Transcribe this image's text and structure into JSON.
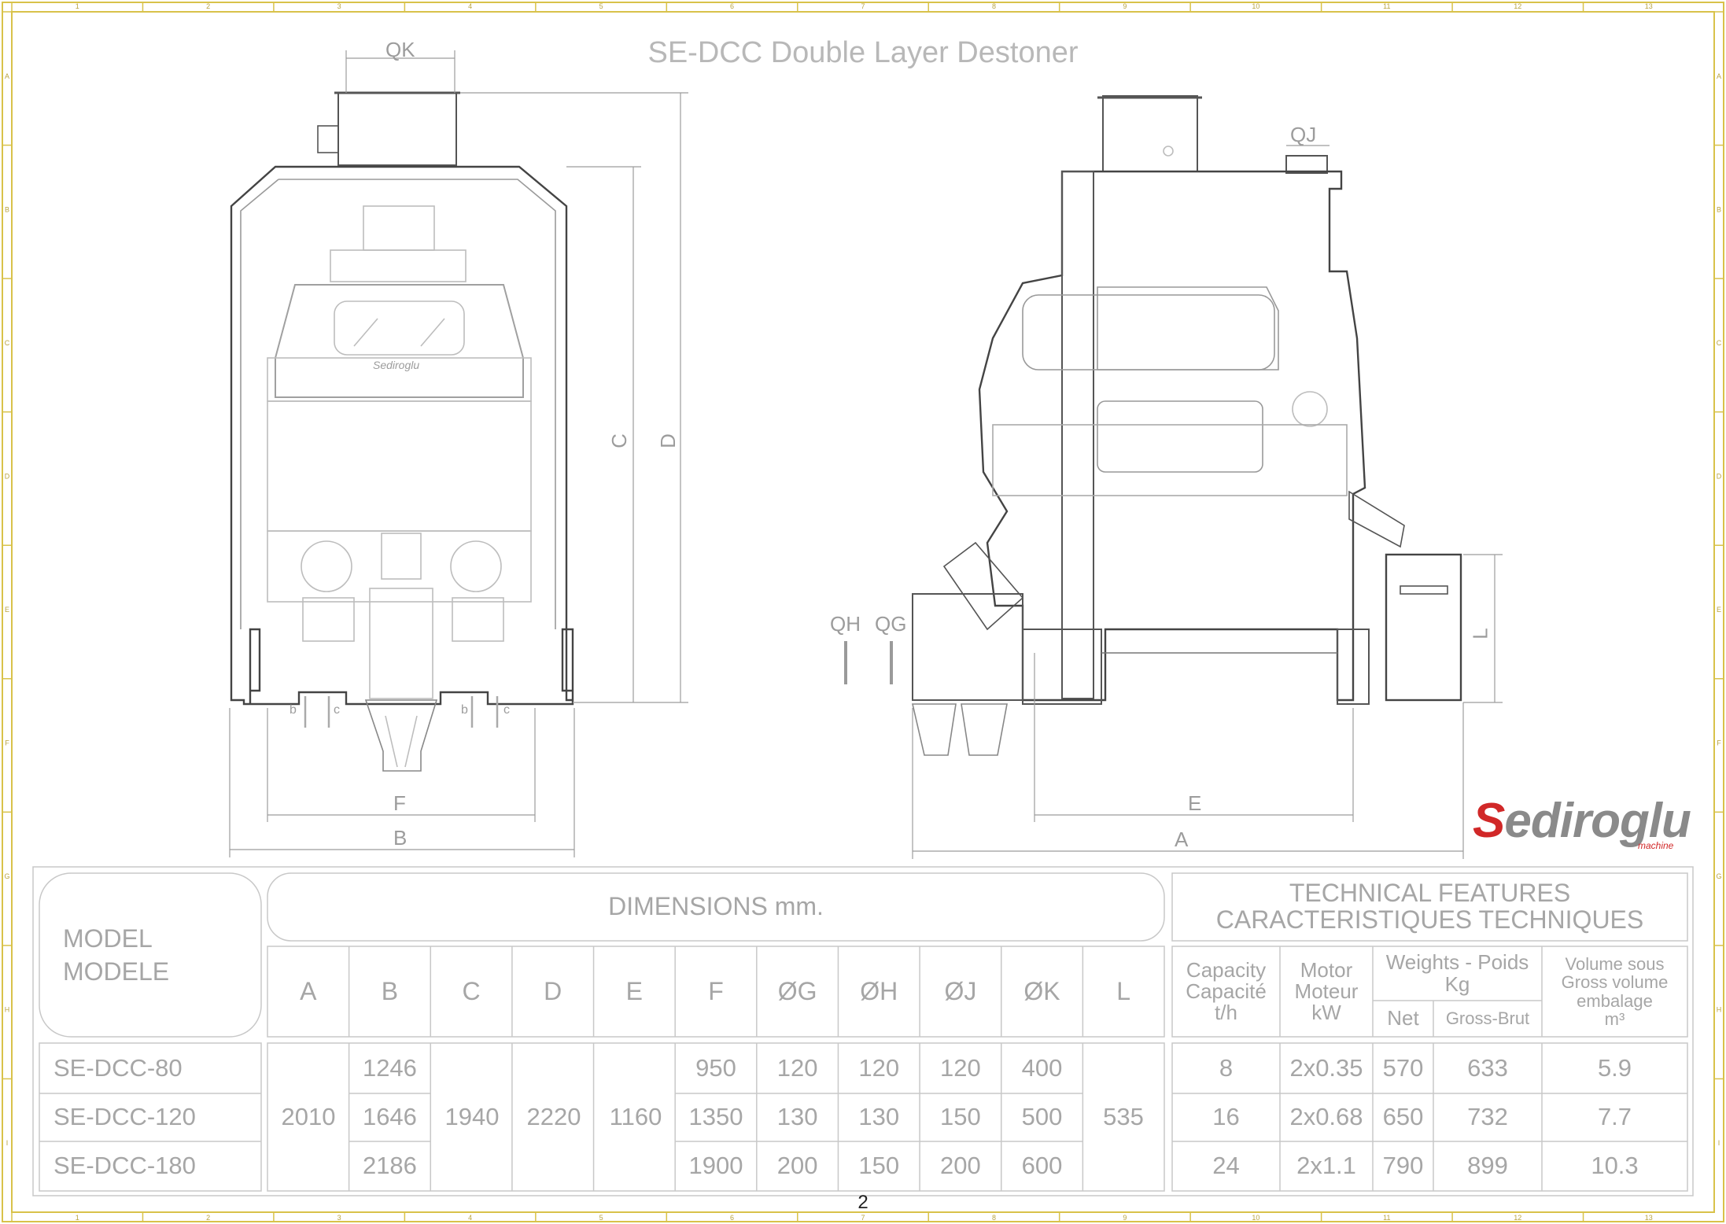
{
  "title": "SE-DCC Double Layer Destoner",
  "page_number": "2",
  "logo": {
    "brand": "Sediroglu",
    "sub": "machine"
  },
  "frame": {
    "col_markers": [
      "1",
      "2",
      "3",
      "4",
      "5",
      "6",
      "7",
      "8",
      "9",
      "10",
      "11",
      "12",
      "13"
    ],
    "row_markers": [
      "A",
      "B",
      "C",
      "D",
      "E",
      "F",
      "G",
      "H",
      "I"
    ]
  },
  "drawing_labels": {
    "QK": "QK",
    "QJ": "QJ",
    "QH": "QH",
    "QG": "QG",
    "A": "A",
    "B": "B",
    "C": "C",
    "D": "D",
    "E": "E",
    "F": "F",
    "L": "L",
    "b1": "b",
    "c1": "c",
    "b2": "b",
    "c2": "c",
    "badge": "Sediroglu"
  },
  "table": {
    "model_header": [
      "MODEL",
      "MODELE"
    ],
    "dimensions_header": "DIMENSIONS mm.",
    "tech_header": [
      "TECHNICAL FEATURES",
      "CARACTERISTIQUES TECHNIQUES"
    ],
    "dim_columns": [
      "A",
      "B",
      "C",
      "D",
      "E",
      "F",
      "ØG",
      "ØH",
      "ØJ",
      "ØK",
      "L"
    ],
    "capacity_header": [
      "Capacity",
      "Capacité",
      "t/h"
    ],
    "motor_header": [
      "Motor",
      "Moteur",
      "kW"
    ],
    "weights_header": [
      "Weights - Poids",
      "Kg"
    ],
    "net_header": "Net",
    "gross_header": "Gross-Brut",
    "volume_header": [
      "Volume sous",
      "Gross volume",
      "embalage",
      "m³"
    ],
    "shared": {
      "A": "2010",
      "C": "1940",
      "D": "2220",
      "E": "1160",
      "L": "535"
    },
    "rows": [
      {
        "model": "SE-DCC-80",
        "B": "1246",
        "F": "950",
        "G": "120",
        "H": "120",
        "J": "120",
        "K": "400",
        "capacity": "8",
        "motor": "2x0.35",
        "net": "570",
        "gross": "633",
        "volume": "5.9"
      },
      {
        "model": "SE-DCC-120",
        "B": "1646",
        "F": "1350",
        "G": "130",
        "H": "130",
        "J": "150",
        "K": "500",
        "capacity": "16",
        "motor": "2x0.68",
        "net": "650",
        "gross": "732",
        "volume": "7.7"
      },
      {
        "model": "SE-DCC-180",
        "B": "2186",
        "F": "1900",
        "G": "200",
        "H": "150",
        "J": "200",
        "K": "600",
        "capacity": "24",
        "motor": "2x1.1",
        "net": "790",
        "gross": "899",
        "volume": "10.3"
      }
    ]
  }
}
